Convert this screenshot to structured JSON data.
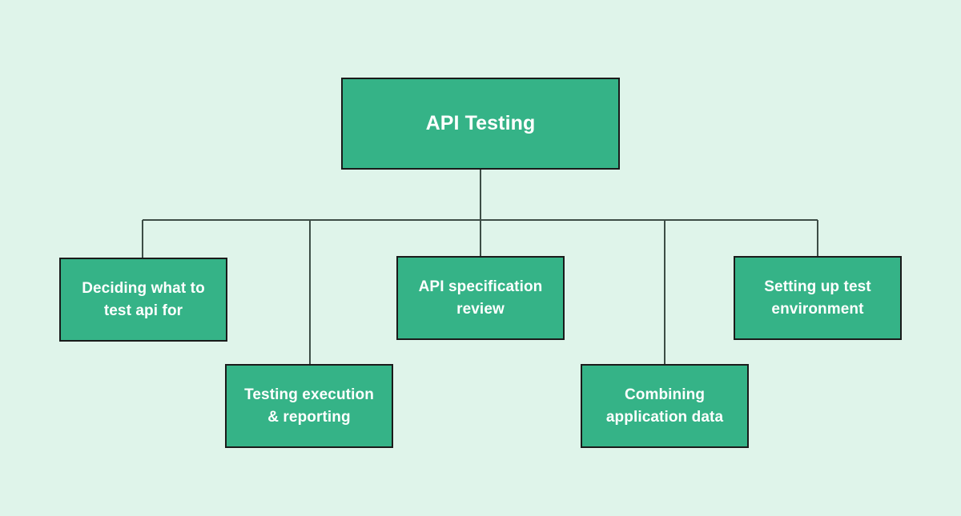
{
  "diagram": {
    "type": "hierarchy-tree",
    "background_color": "#dff4ea",
    "node_fill_color": "#35b387",
    "node_border_color": "#1a1a1a",
    "node_text_color": "#ffffff",
    "connector_color": "#3d4d46",
    "root": {
      "label": "API Testing"
    },
    "children": [
      {
        "label": "Deciding what to\ntest api for"
      },
      {
        "label": "Testing execution\n& reporting"
      },
      {
        "label": "API specification\nreview"
      },
      {
        "label": "Combining\napplication data"
      },
      {
        "label": "Setting up test\nenvironment"
      }
    ]
  }
}
